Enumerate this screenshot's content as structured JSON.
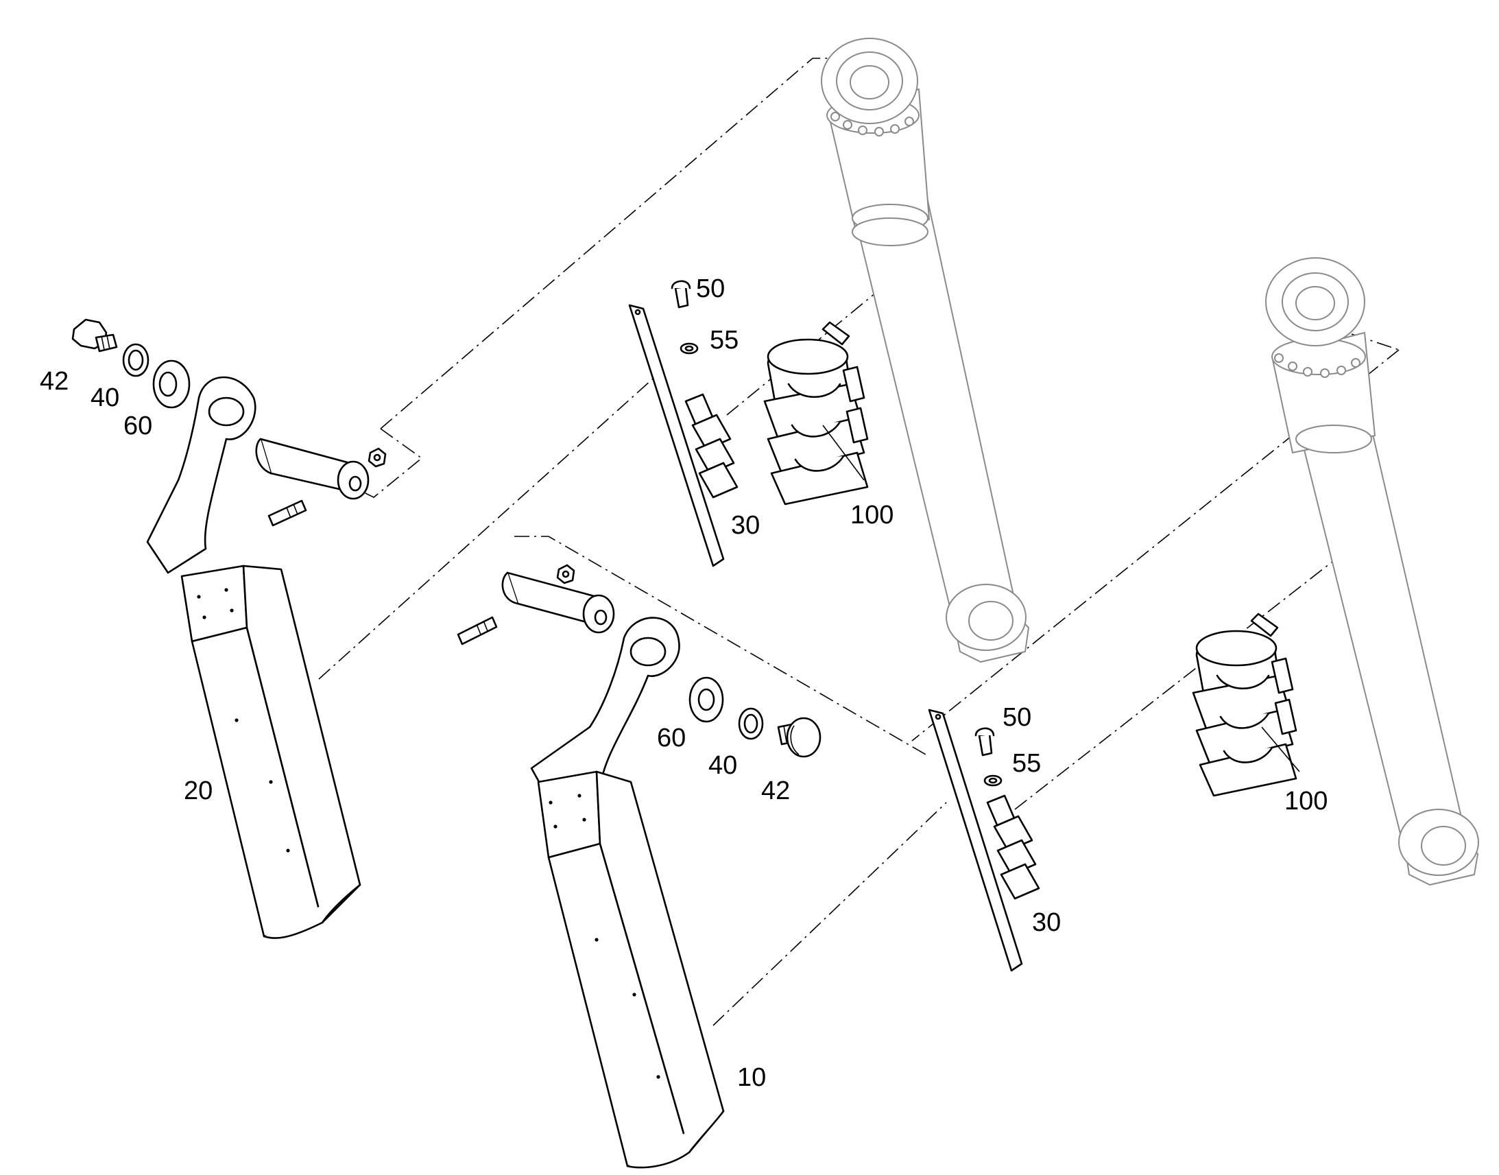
{
  "callouts": {
    "c42_left": "42",
    "c40_left": "40",
    "c60_left": "60",
    "c50_top": "50",
    "c55_top": "55",
    "c30_top": "30",
    "c100_top": "100",
    "c20": "20",
    "c60_mid": "60",
    "c40_mid": "40",
    "c42_mid": "42",
    "c50_bot": "50",
    "c55_bot": "55",
    "c100_bot": "100",
    "c30_bot": "30",
    "c10": "10"
  },
  "colors": {
    "line": "#000000",
    "faint_line": "#8a8a8a",
    "background": "#ffffff"
  }
}
